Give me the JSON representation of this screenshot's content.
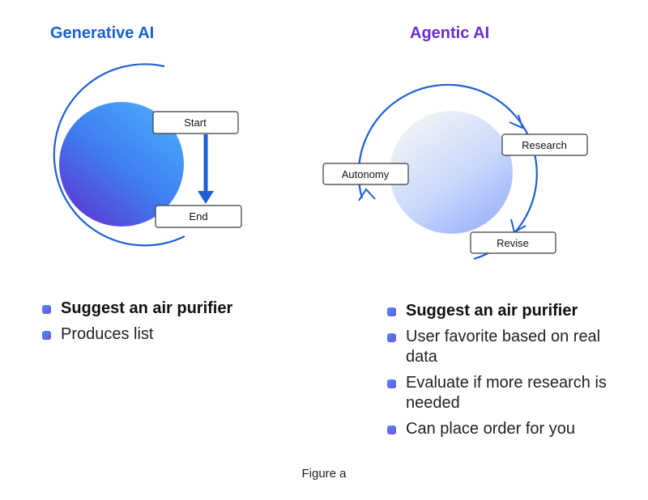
{
  "left_panel": {
    "title": "Generative AI",
    "nodes": {
      "start": "Start",
      "end": "End"
    },
    "bullets": [
      {
        "text": "Suggest an air purifier",
        "bold": true
      },
      {
        "text": "Produces list",
        "bold": false
      }
    ]
  },
  "right_panel": {
    "title": "Agentic AI",
    "nodes": {
      "research": "Research",
      "autonomy": "Autonomy",
      "revise": "Revise"
    },
    "bullets": [
      {
        "text": "Suggest an air purifier",
        "bold": true
      },
      {
        "text": "User favorite based on real data",
        "bold": false
      },
      {
        "text": "Evaluate if more research is needed",
        "bold": false
      },
      {
        "text": "Can place order for you",
        "bold": false
      }
    ]
  },
  "caption": "Figure a",
  "colors": {
    "generative_title": "#1a5fd4",
    "agentic_title": "#6a2bd0",
    "ring": "#1f5fd6",
    "arrow": "#1f5fd6"
  }
}
